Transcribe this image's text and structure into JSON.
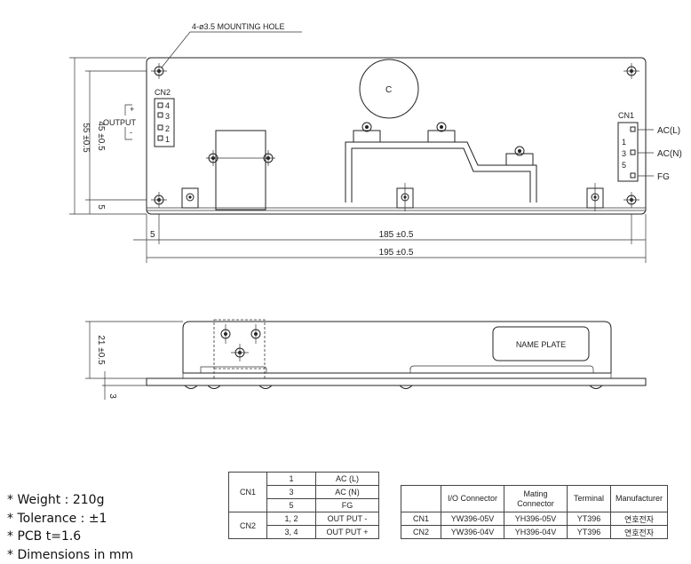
{
  "top_view": {
    "callout": "4-ø3.5 MOUNTING HOLE",
    "cap_label": "C",
    "cn2_label": "CN2",
    "cn1_label": "CN1",
    "output_label": "OUTPUT",
    "plus_sign": "+",
    "minus_sign": "-",
    "cn2_pins": [
      "4",
      "3",
      "2",
      "1"
    ],
    "cn1_pins": [
      "1",
      "3",
      "5"
    ],
    "cn1_signals": [
      "AC(L)",
      "AC(N)",
      "FG"
    ],
    "dim_height_total": "55 ±0.5",
    "dim_height_inner": "45 ±0.5",
    "dim_height_offset": "5",
    "dim_width_offset": "5",
    "dim_width_inner": "185 ±0.5",
    "dim_width_total": "195 ±0.5"
  },
  "side_view": {
    "name_plate": "NAME PLATE",
    "dim_height": "21 ±0.5",
    "dim_thickness": "3"
  },
  "notes": [
    "* Weight : 210g",
    "* Tolerance : ±1",
    "* PCB   t=1.6",
    "* Dimensions in mm"
  ],
  "pin_table": {
    "rows": [
      {
        "group": "CN1",
        "pin": "1",
        "signal": "AC (L)"
      },
      {
        "group": "",
        "pin": "3",
        "signal": "AC (N)"
      },
      {
        "group": "",
        "pin": "5",
        "signal": "FG"
      },
      {
        "group": "CN2",
        "pin": "1, 2",
        "signal": "OUT PUT -"
      },
      {
        "group": "",
        "pin": "3, 4",
        "signal": "OUT PUT +"
      }
    ]
  },
  "connector_table": {
    "headers": [
      "",
      "I/O Connector",
      "Mating Connector",
      "Terminal",
      "Manufacturer"
    ],
    "rows": [
      [
        "CN1",
        "YW396-05V",
        "YH396-05V",
        "YT396",
        "연호전자"
      ],
      [
        "CN2",
        "YW396-04V",
        "YH396-04V",
        "YT396",
        "연호전자"
      ]
    ]
  }
}
